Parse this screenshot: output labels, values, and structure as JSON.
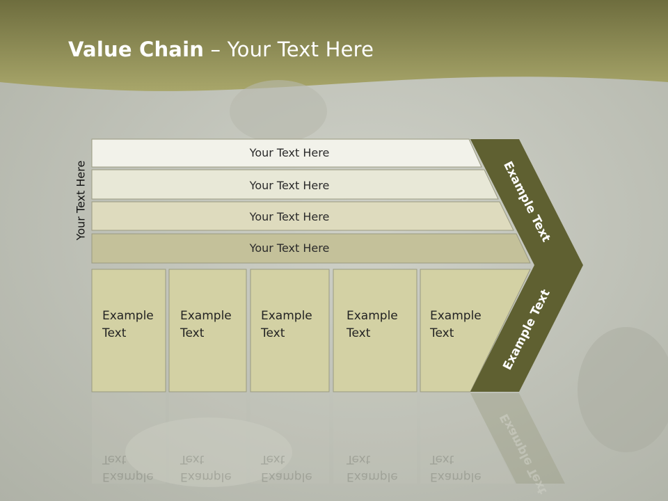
{
  "title": {
    "bold": "Value Chain",
    "rest": " – Your Text Here"
  },
  "side_label": "Your Text Here",
  "bars": [
    {
      "label": "Your Text Here",
      "color": "#f2f2ea"
    },
    {
      "label": "Your Text Here",
      "color": "#e8e8d7"
    },
    {
      "label": "Your Text Here",
      "color": "#dedbbe"
    },
    {
      "label": "Your Text Here",
      "color": "#c4c19a"
    }
  ],
  "columns": [
    {
      "line1": "Example",
      "line2": "Text"
    },
    {
      "line1": "Example",
      "line2": "Text"
    },
    {
      "line1": "Example",
      "line2": "Text"
    },
    {
      "line1": "Example",
      "line2": "Text"
    },
    {
      "line1": "Example",
      "line2": "Text"
    }
  ],
  "arrow": {
    "upper": "Example Text",
    "lower": "Example Text",
    "color": "#5f6031"
  },
  "colors": {
    "header": "#8b8a4e",
    "column_fill": "#d3d1a4",
    "background": "#c3c6bd"
  }
}
